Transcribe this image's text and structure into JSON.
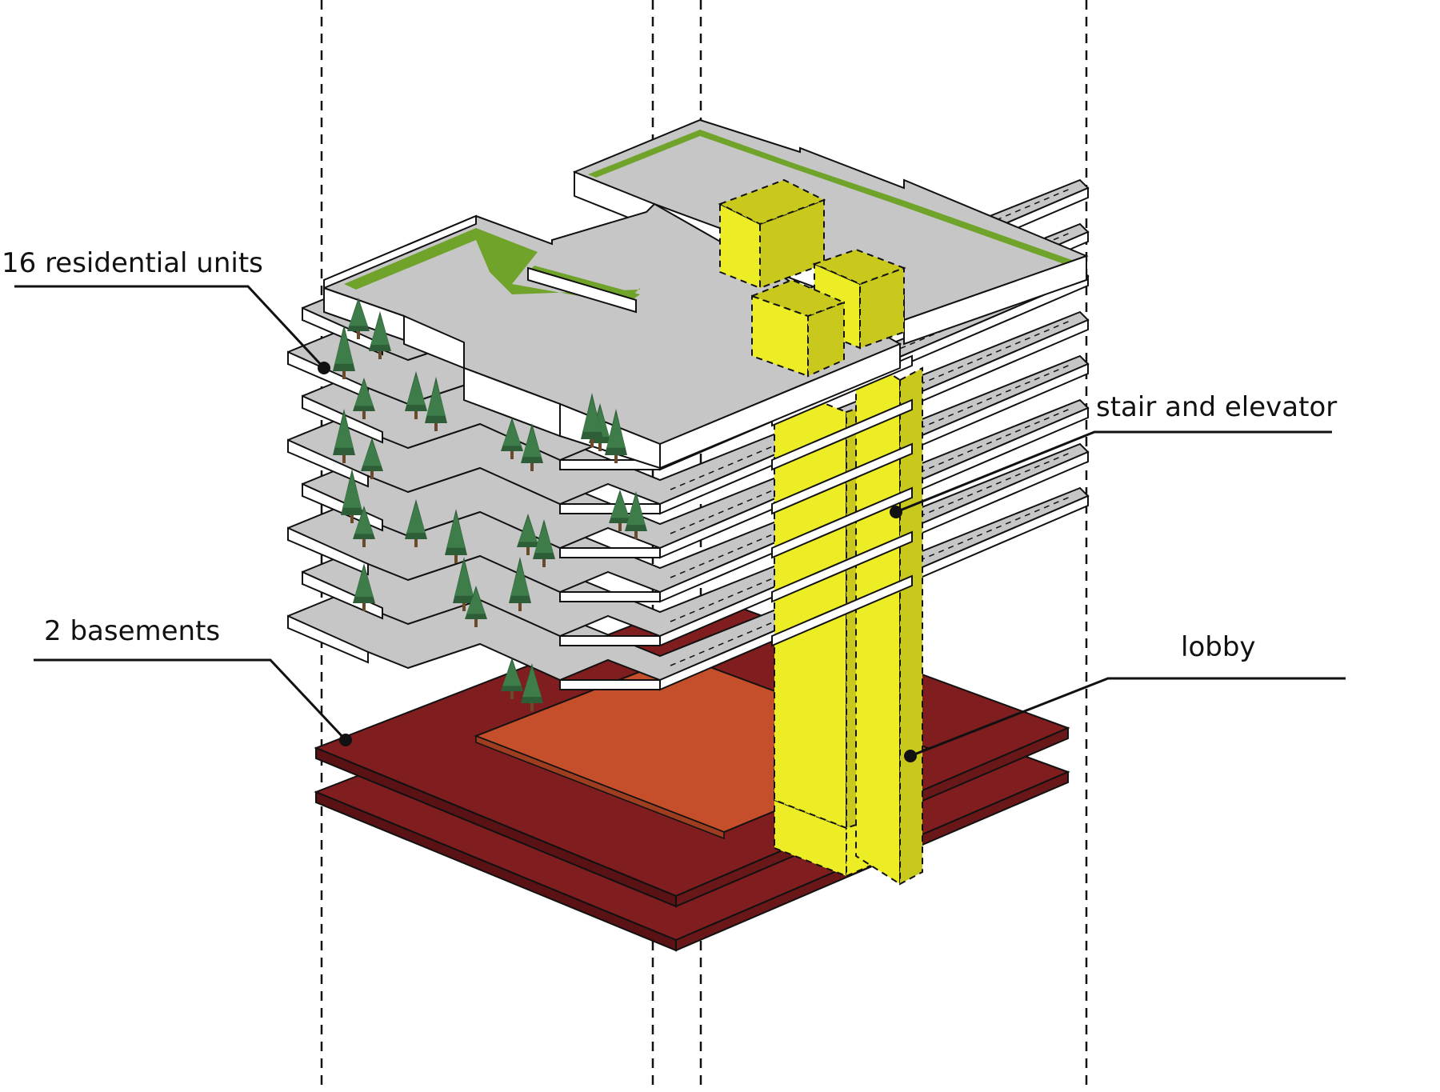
{
  "labels": {
    "residential": "16 residential units",
    "stair": "stair and elevator",
    "basements": "2 basements",
    "lobby": "lobby"
  },
  "colors": {
    "slab_top": "#c6c6c6",
    "slab_edge": "#ffffff",
    "outline": "#111111",
    "roof_green": "#6fa32a",
    "core_yellow": "#eded26",
    "core_side": "#c9c91d",
    "basement": "#7f1d1f",
    "basement_edge": "#5a1214",
    "lobby": "#c9522b",
    "tree": "#3e7d4a",
    "tree_dark": "#2e5e37",
    "trunk": "#6b4a2b"
  },
  "icons": {
    "tree": "tree-icon",
    "leader_dot": "leader-dot-icon"
  }
}
